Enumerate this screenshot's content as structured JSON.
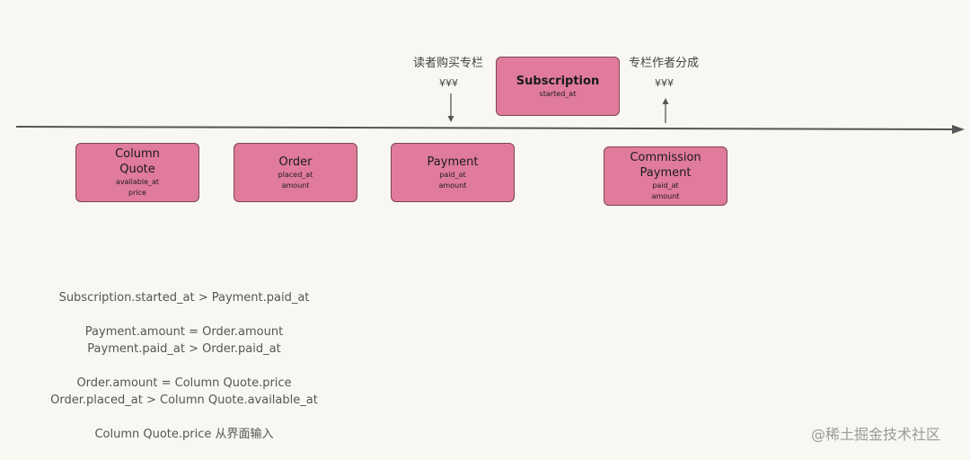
{
  "purchase_label": "读者购买专栏",
  "purchase_money": "¥¥¥",
  "commission_label": "专栏作者分成",
  "commission_money": "¥¥¥",
  "boxes": {
    "column_quote": {
      "title_lines": [
        "Column",
        "Quote"
      ],
      "fields": [
        "available_at",
        "price"
      ]
    },
    "order": {
      "title": "Order",
      "fields": [
        "placed_at",
        "amount"
      ]
    },
    "payment": {
      "title": "Payment",
      "fields": [
        "paid_at",
        "amount"
      ]
    },
    "subscription": {
      "title": "Subscription",
      "fields": [
        "started_at"
      ]
    },
    "commission_payment": {
      "title_lines": [
        "Commission",
        "Payment"
      ],
      "fields": [
        "paid_at",
        "amount"
      ]
    }
  },
  "constraints": [
    [
      "Subscription.started_at > Payment.paid_at"
    ],
    [
      "Payment.amount = Order.amount",
      "Payment.paid_at > Order.paid_at"
    ],
    [
      "Order.amount = Column Quote.price",
      "Order.placed_at > Column Quote.available_at"
    ],
    [
      "Column Quote.price 从界面输入"
    ]
  ],
  "watermark": "@稀土掘金技术社区"
}
